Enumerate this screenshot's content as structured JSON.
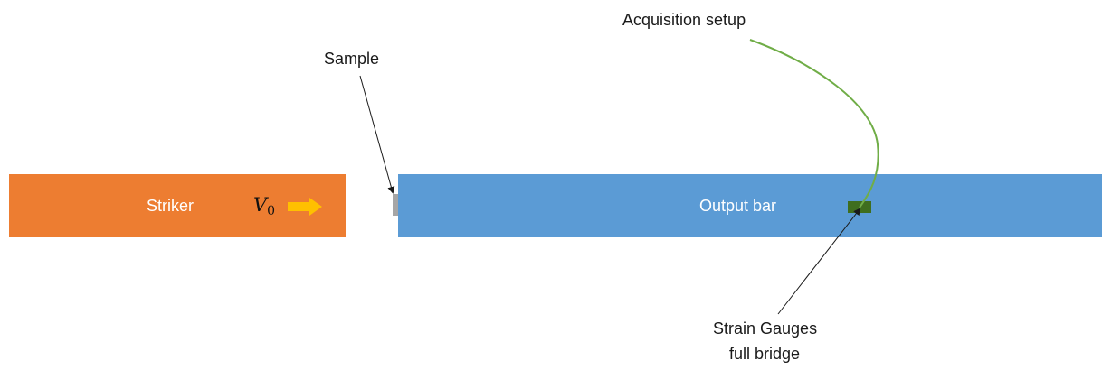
{
  "labels": {
    "sample": "Sample",
    "acquisition": "Acquisition setup",
    "strain_line1": "Strain Gauges",
    "strain_line2": "full bridge"
  },
  "bars": {
    "striker": "Striker",
    "output": "Output bar"
  },
  "velocity": {
    "symbol": "V",
    "subscript": "0"
  },
  "colors": {
    "striker": "#ED7D31",
    "output_bar": "#5B9BD5",
    "sample": "#A6A6A6",
    "gauge": "#3F6E1E",
    "wire": "#70AD47",
    "arrow": "#FFC000",
    "pointer": "#1a1a1a"
  }
}
